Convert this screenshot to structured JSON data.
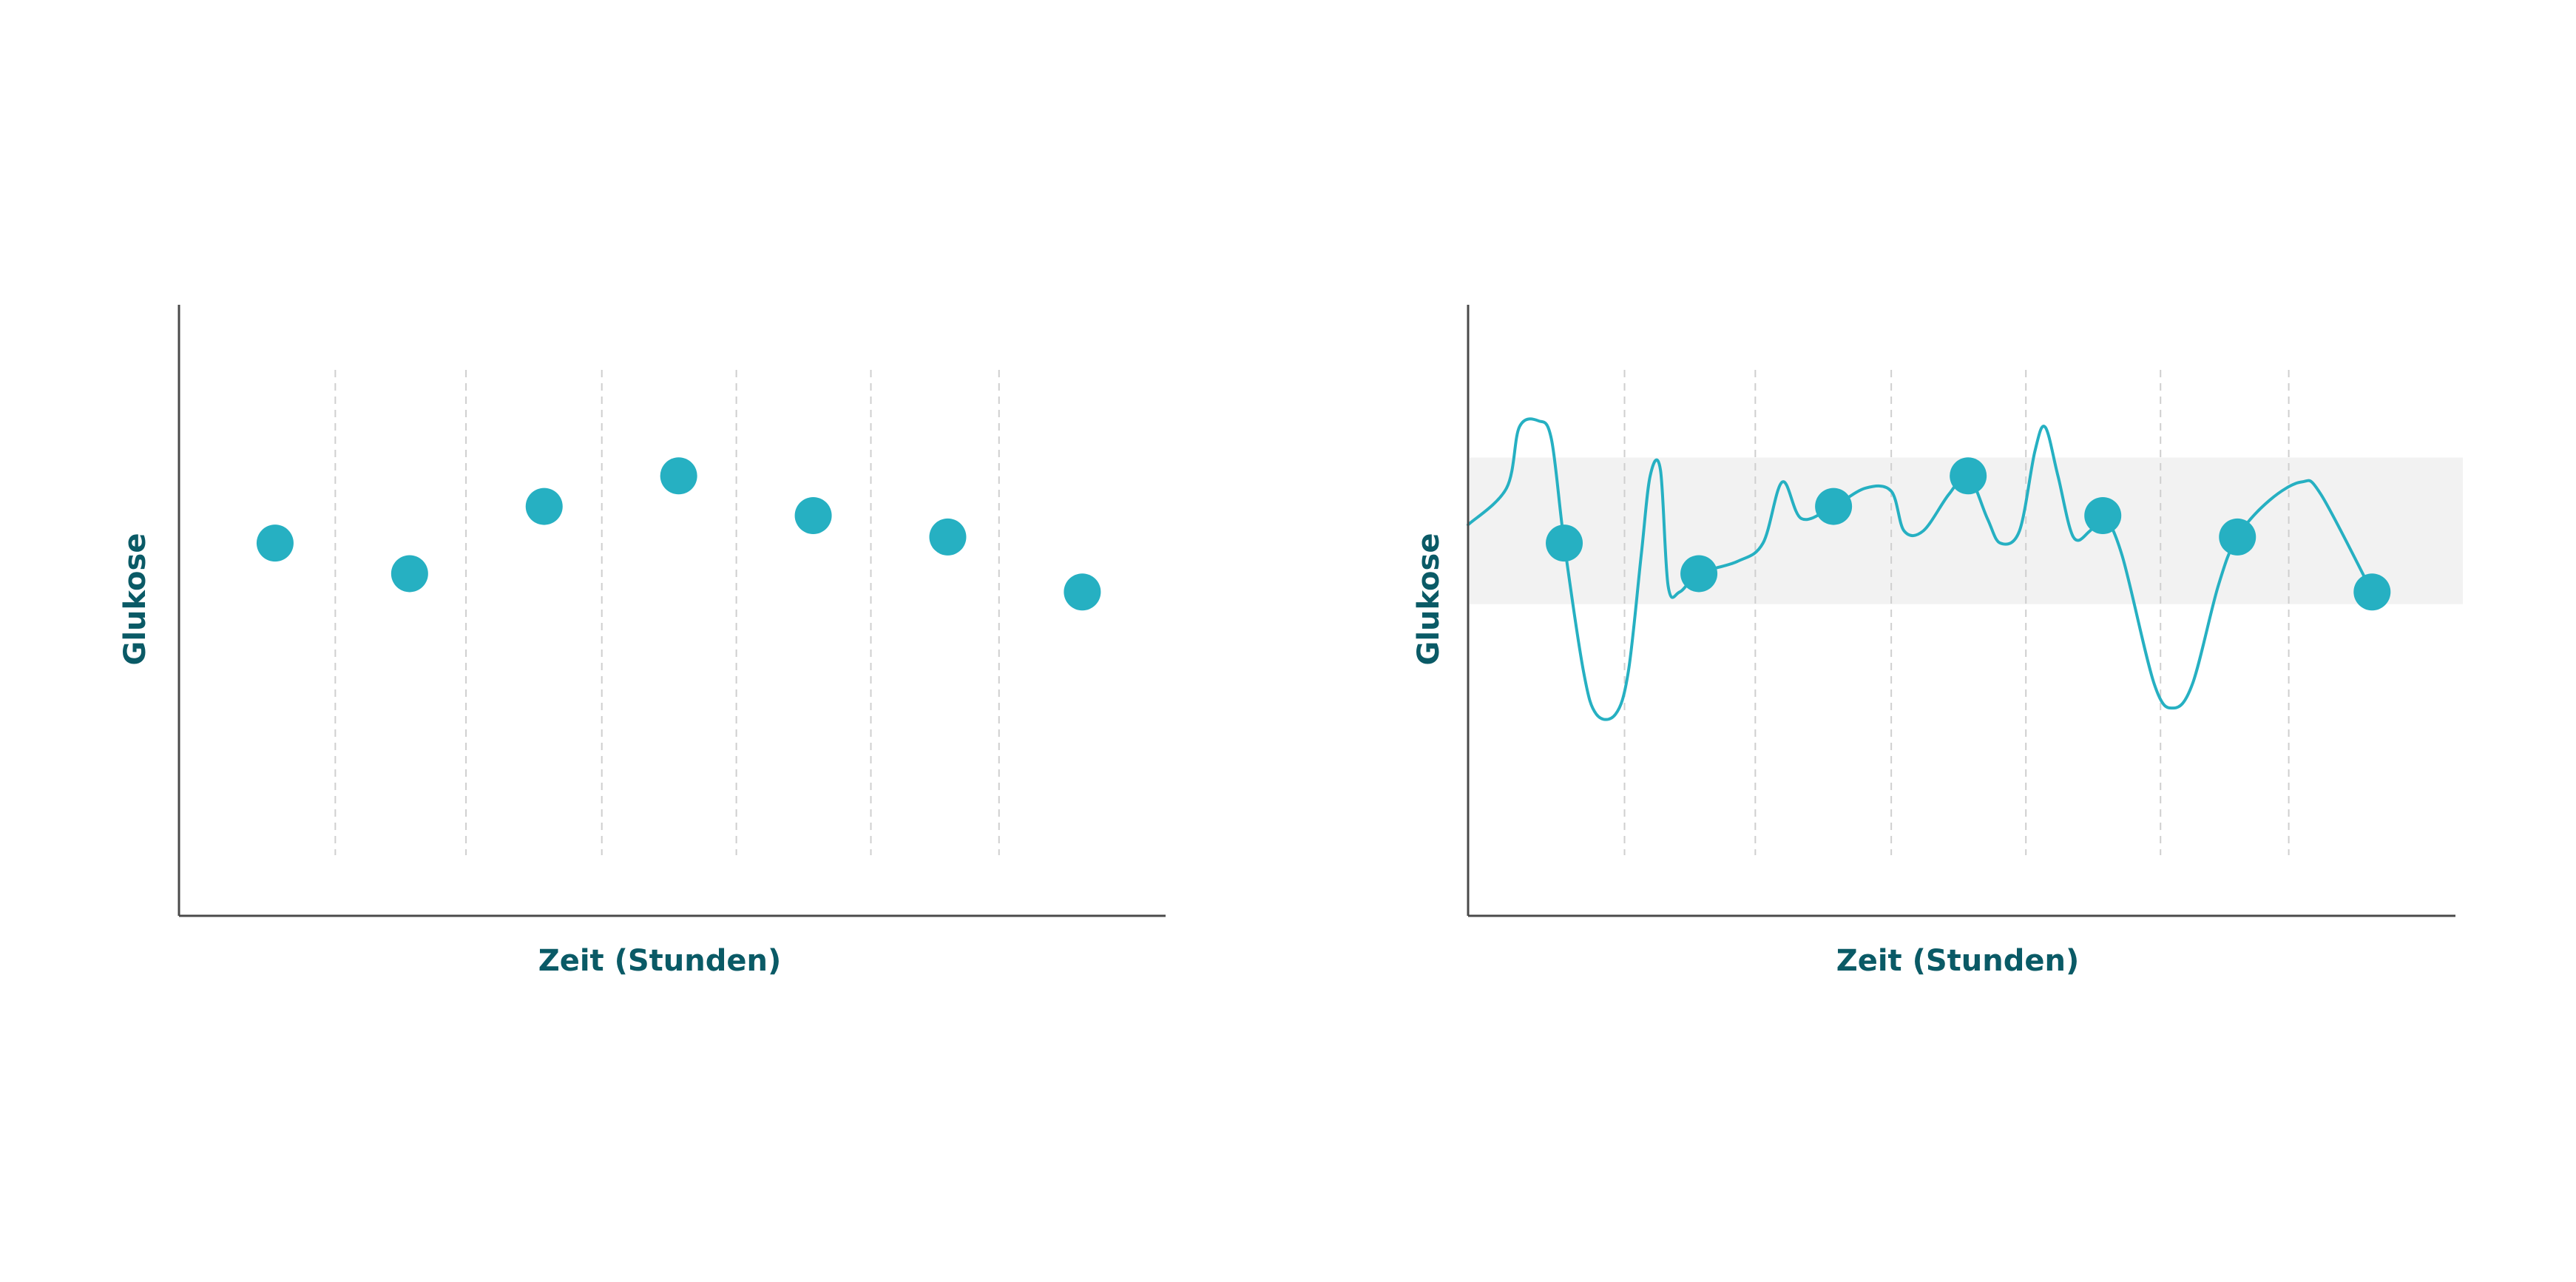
{
  "colors": {
    "accent": "#26b0c2",
    "label": "#0a5a66",
    "axis": "#4a4a4a",
    "grid": "#cfcfcf",
    "band": "#f2f2f2"
  },
  "chart_data": [
    {
      "type": "scatter",
      "xlabel": "Zeit (Stunden)",
      "ylabel": "Glukose",
      "xlim": [
        0,
        7.7
      ],
      "ylim": [
        0,
        10
      ],
      "grid": "vertical dashed",
      "gridlines_x": [
        1.22,
        2.24,
        3.3,
        4.35,
        5.4,
        6.4
      ],
      "points": [
        {
          "x": 0.75,
          "y": 6.1
        },
        {
          "x": 1.8,
          "y": 5.6
        },
        {
          "x": 2.85,
          "y": 6.7
        },
        {
          "x": 3.9,
          "y": 7.2
        },
        {
          "x": 4.95,
          "y": 6.55
        },
        {
          "x": 6.0,
          "y": 6.2
        },
        {
          "x": 7.05,
          "y": 5.3
        }
      ]
    },
    {
      "type": "line",
      "xlabel": "Zeit (Stunden)",
      "ylabel": "Glukose",
      "xlim": [
        0,
        7.7
      ],
      "ylim": [
        0,
        10
      ],
      "grid": "vertical dashed",
      "gridlines_x": [
        1.22,
        2.24,
        3.3,
        4.35,
        5.4,
        6.4
      ],
      "target_band": [
        5.1,
        7.5
      ],
      "series": [
        {
          "points": [
            {
              "x": 0.0,
              "y": 6.4
            },
            {
              "x": 0.3,
              "y": 7.0
            },
            {
              "x": 0.4,
              "y": 8.0
            },
            {
              "x": 0.55,
              "y": 8.1
            },
            {
              "x": 0.65,
              "y": 7.8
            },
            {
              "x": 0.75,
              "y": 6.1
            },
            {
              "x": 0.9,
              "y": 4.0
            },
            {
              "x": 1.0,
              "y": 3.3
            },
            {
              "x": 1.15,
              "y": 3.3
            },
            {
              "x": 1.25,
              "y": 4.0
            },
            {
              "x": 1.35,
              "y": 5.9
            },
            {
              "x": 1.42,
              "y": 7.2
            },
            {
              "x": 1.5,
              "y": 7.3
            },
            {
              "x": 1.56,
              "y": 5.4
            },
            {
              "x": 1.65,
              "y": 5.3
            },
            {
              "x": 1.8,
              "y": 5.6
            },
            {
              "x": 2.1,
              "y": 5.8
            },
            {
              "x": 2.3,
              "y": 6.1
            },
            {
              "x": 2.45,
              "y": 7.1
            },
            {
              "x": 2.6,
              "y": 6.5
            },
            {
              "x": 2.85,
              "y": 6.7
            },
            {
              "x": 3.1,
              "y": 7.0
            },
            {
              "x": 3.3,
              "y": 6.95
            },
            {
              "x": 3.4,
              "y": 6.3
            },
            {
              "x": 3.55,
              "y": 6.3
            },
            {
              "x": 3.75,
              "y": 6.9
            },
            {
              "x": 3.9,
              "y": 7.2
            },
            {
              "x": 4.05,
              "y": 6.5
            },
            {
              "x": 4.15,
              "y": 6.1
            },
            {
              "x": 4.3,
              "y": 6.3
            },
            {
              "x": 4.42,
              "y": 7.6
            },
            {
              "x": 4.5,
              "y": 8.0
            },
            {
              "x": 4.6,
              "y": 7.2
            },
            {
              "x": 4.72,
              "y": 6.2
            },
            {
              "x": 4.85,
              "y": 6.3
            },
            {
              "x": 4.95,
              "y": 6.55
            },
            {
              "x": 5.1,
              "y": 5.9
            },
            {
              "x": 5.35,
              "y": 3.8
            },
            {
              "x": 5.5,
              "y": 3.4
            },
            {
              "x": 5.65,
              "y": 3.8
            },
            {
              "x": 5.85,
              "y": 5.4
            },
            {
              "x": 6.0,
              "y": 6.2
            },
            {
              "x": 6.25,
              "y": 6.8
            },
            {
              "x": 6.5,
              "y": 7.1
            },
            {
              "x": 6.65,
              "y": 6.9
            },
            {
              "x": 7.05,
              "y": 5.3
            }
          ]
        }
      ],
      "points": [
        {
          "x": 0.75,
          "y": 6.1
        },
        {
          "x": 1.8,
          "y": 5.6
        },
        {
          "x": 2.85,
          "y": 6.7
        },
        {
          "x": 3.9,
          "y": 7.2
        },
        {
          "x": 4.95,
          "y": 6.55
        },
        {
          "x": 6.0,
          "y": 6.2
        },
        {
          "x": 7.05,
          "y": 5.3
        }
      ]
    }
  ]
}
